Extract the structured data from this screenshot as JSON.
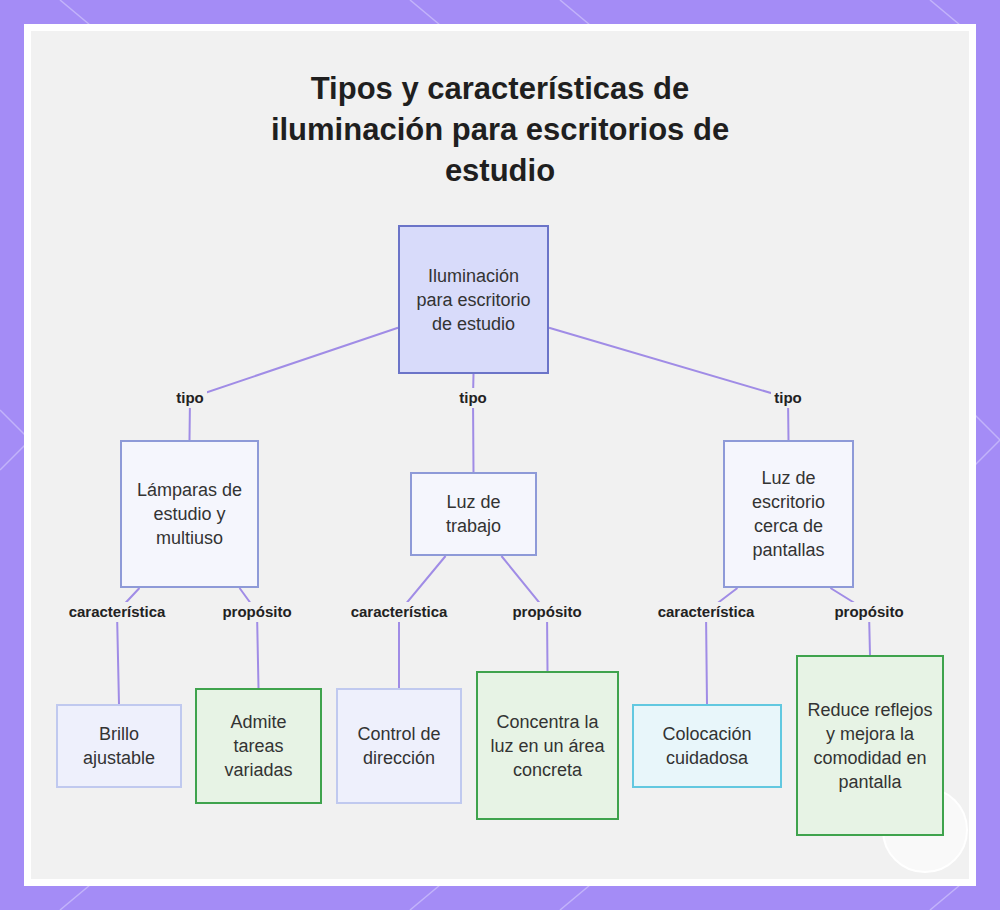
{
  "diagram": {
    "title": "Tipos y características de iluminación para escritorios de estudio",
    "nodes": [
      {
        "text": [
          "Iluminación para escritorio de estudio"
        ]
      },
      {
        "text": [
          "Lámparas de estudio y multiuso"
        ]
      },
      {
        "text": [
          "Luz de trabajo"
        ]
      },
      {
        "text": [
          "Luz de escritorio cerca de pantallas"
        ]
      },
      {
        "text": [
          "Brillo ajustable"
        ]
      },
      {
        "text": [
          "Admite tareas variadas"
        ]
      },
      {
        "text": [
          "Control de dirección"
        ]
      },
      {
        "text": [
          "Concentra la luz en un área concreta"
        ]
      },
      {
        "text": [
          "Colocación cuidadosa"
        ]
      },
      {
        "text": [
          "Reduce reflejos y mejora la comodidad en pantalla"
        ]
      }
    ],
    "edges": [
      {
        "from": 0,
        "to": 1,
        "label": "tipo",
        "arrow": "none"
      },
      {
        "from": 0,
        "to": 2,
        "label": "tipo",
        "arrow": "none"
      },
      {
        "from": 0,
        "to": 3,
        "label": "tipo",
        "arrow": "none"
      },
      {
        "from": 1,
        "to": 4,
        "label": "característica",
        "arrow": "none"
      },
      {
        "from": 1,
        "to": 5,
        "label": "propósito",
        "arrow": "none"
      },
      {
        "from": 2,
        "to": 6,
        "label": "característica",
        "arrow": "none"
      },
      {
        "from": 2,
        "to": 7,
        "label": "propósito",
        "arrow": "none"
      },
      {
        "from": 3,
        "to": 8,
        "label": "característica",
        "arrow": "none"
      },
      {
        "from": 3,
        "to": 9,
        "label": "propósito",
        "arrow": "none"
      }
    ]
  }
}
